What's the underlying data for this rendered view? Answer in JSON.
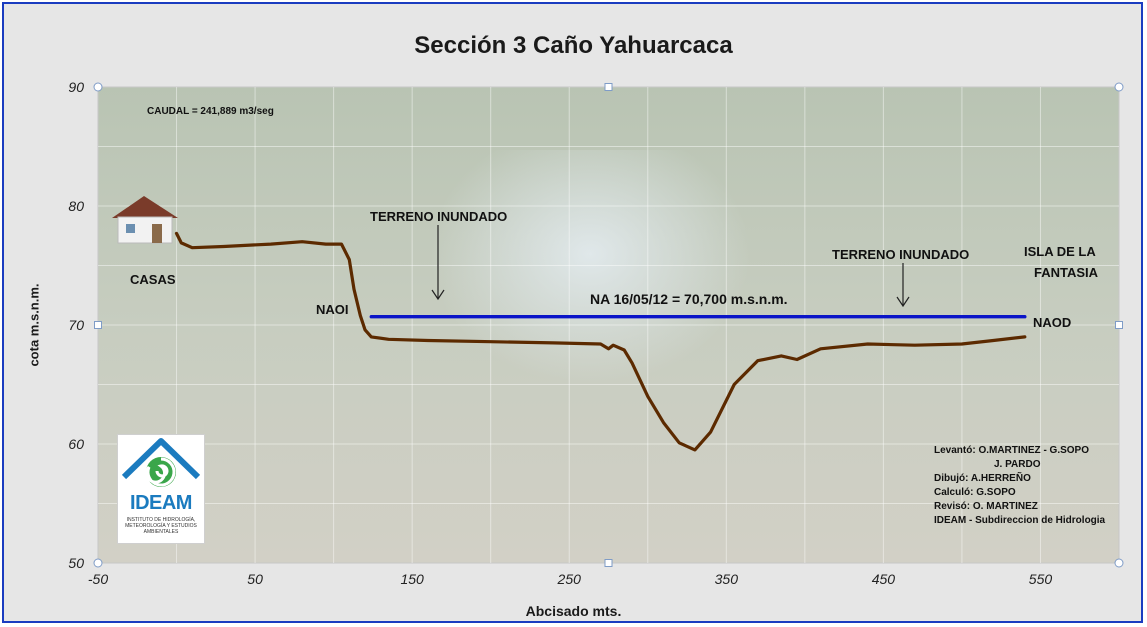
{
  "chart_data": {
    "type": "line",
    "title": "Sección 3 Caño Yahuarcaca",
    "xlabel": "Abcisado mts.",
    "ylabel": "cota m.s.n.m.",
    "xlim": [
      -50,
      600
    ],
    "ylim": [
      50,
      90
    ],
    "xticks": [
      -50,
      50,
      150,
      250,
      350,
      450,
      550
    ],
    "yticks": [
      50,
      60,
      70,
      80,
      90
    ],
    "grid": true,
    "legend": "none",
    "series": [
      {
        "color": "#5c2a00",
        "x": [
          0,
          3,
          10,
          30,
          60,
          80,
          95,
          105,
          110,
          113,
          117,
          120,
          124,
          135,
          160,
          200,
          240,
          270,
          275,
          278,
          285,
          290,
          300,
          310,
          320,
          330,
          340,
          355,
          370,
          385,
          395,
          410,
          440,
          470,
          500,
          520,
          540
        ],
        "y": [
          77.7,
          76.9,
          76.5,
          76.6,
          76.8,
          77.0,
          76.8,
          76.8,
          75.5,
          73.0,
          70.8,
          69.6,
          69.0,
          68.8,
          68.7,
          68.6,
          68.5,
          68.4,
          68.0,
          68.3,
          67.9,
          66.8,
          64.0,
          61.8,
          60.1,
          59.5,
          61.0,
          65.0,
          67.0,
          67.4,
          67.1,
          68.0,
          68.4,
          68.3,
          68.4,
          68.7,
          69.0
        ]
      },
      {
        "color": "#0a14c8",
        "x": [
          124,
          540
        ],
        "y": [
          70.7,
          70.7
        ]
      }
    ]
  },
  "annotations": {
    "caudal": "CAUDAL = 241,889 m3/seg",
    "casas": "CASAS",
    "terreno_left": "TERRENO INUNDADO",
    "terreno_right": "TERRENO INUNDADO",
    "isla_line1": "ISLA DE LA",
    "isla_line2": "FANTASIA",
    "naoi": "NAOI",
    "naod": "NAOD",
    "na_label": "NA 16/05/12 = 70,700 m.s.n.m."
  },
  "credits": [
    "Levantó: O.MARTINEZ  - G.SOPO",
    "J. PARDO",
    "Dibujó:    A.HERREÑO",
    "Calculó:   G.SOPO",
    "Revisó:    O. MARTINEZ",
    "IDEAM - Subdireccion de Hidrologia"
  ],
  "logo": {
    "name": "IDEAM",
    "subtitle": "INSTITUTO DE HIDROLOGÍA, METEOROLOGÍA Y ESTUDIOS AMBIENTALES"
  },
  "colors": {
    "terrain": "#5c2a00",
    "water": "#0a14c8",
    "frame": "#1a3cc0",
    "logo_blue": "#1b7bbf",
    "logo_green": "#3aa64a"
  }
}
